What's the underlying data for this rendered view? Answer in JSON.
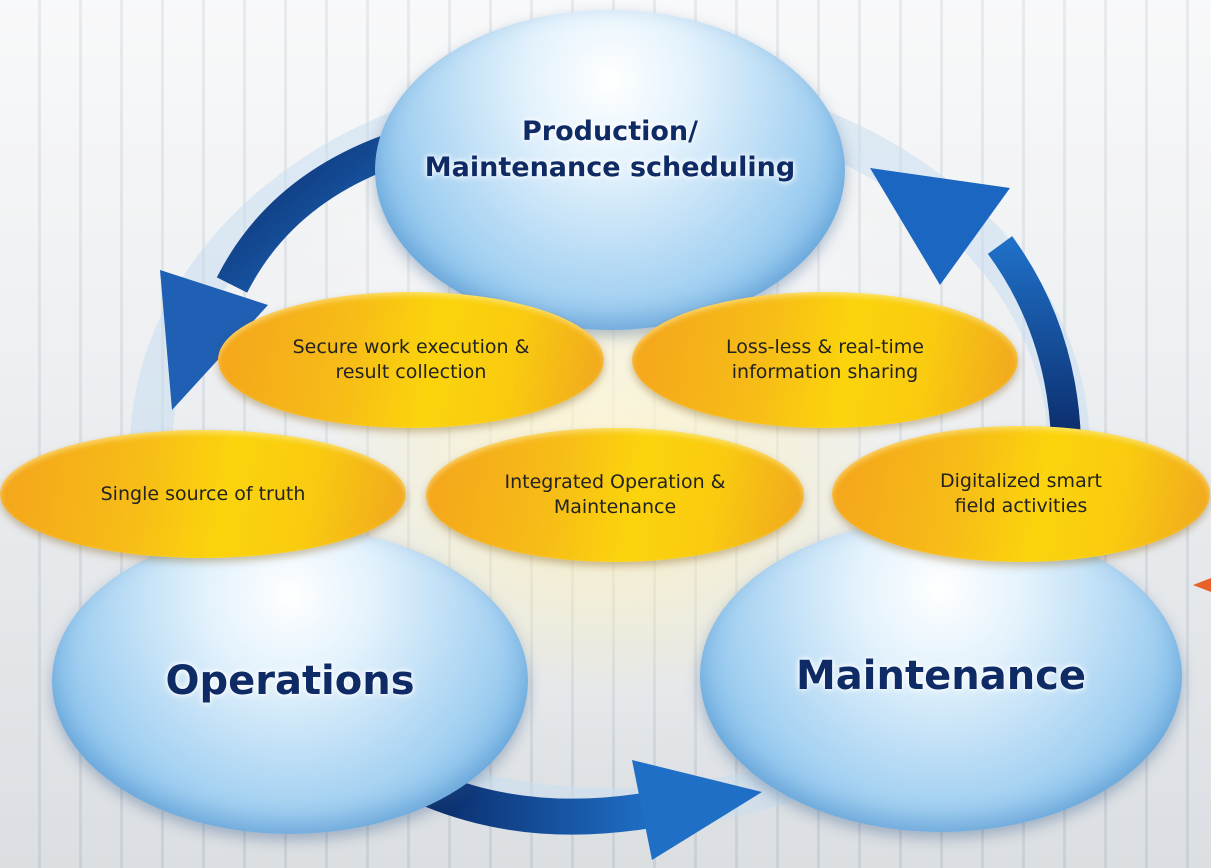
{
  "nodes": {
    "top_line1": "Production/",
    "top_line2": "Maintenance scheduling",
    "operations": "Operations",
    "maintenance": "Maintenance"
  },
  "benefits": {
    "secure_line1": "Secure work execution &",
    "secure_line2": "result collection",
    "lossless_line1": "Loss-less & real-time",
    "lossless_line2": "information sharing",
    "single_source": "Single source of truth",
    "integrated_line1": "Integrated Operation &",
    "integrated_line2": "Maintenance",
    "digital_line1": "Digitalized smart",
    "digital_line2": "field activities"
  },
  "colors": {
    "bubble_blue": "#5aa6e0",
    "pill_yellow": "#fbd40c",
    "pill_orange": "#f4a41c",
    "arrow_dark_blue": "#0b2c6b",
    "arrow_blue": "#1f6fc6",
    "text_navy": "#0f2b66",
    "accent_orange": "#e8612a"
  },
  "icons": [
    "cycle-arrow-icon",
    "cycle-arrow-icon",
    "cycle-arrow-icon"
  ]
}
